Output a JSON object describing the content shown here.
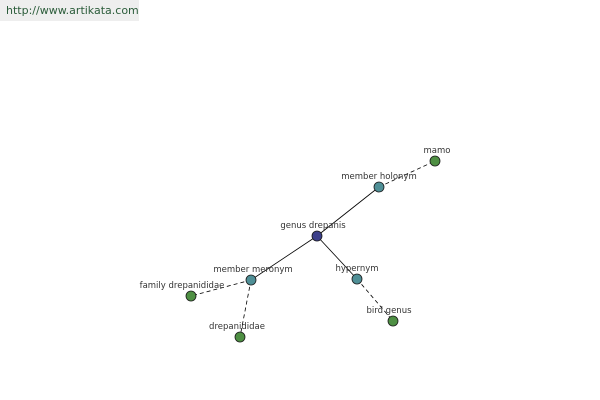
{
  "banner": {
    "url_text": "http://www.artikata.com"
  },
  "colors": {
    "center_node": "#3c3f8a",
    "relation_node": "#4f8f96",
    "word_node": "#4e8f43",
    "node_stroke": "#1a1a1a",
    "edge": "#000000",
    "label": "#333333"
  },
  "graph": {
    "center": {
      "label": "genus drepanis"
    },
    "relations": [
      {
        "id": "member-holonym",
        "label": "member holonym"
      },
      {
        "id": "member-meronym",
        "label": "member meronym"
      },
      {
        "id": "hypernym",
        "label": "hypernym"
      }
    ],
    "words": [
      {
        "id": "mamo",
        "label": "mamo",
        "relation": "member-holonym"
      },
      {
        "id": "family-drepanididae",
        "label": "family drepanididae",
        "relation": "member-meronym"
      },
      {
        "id": "drepanididae",
        "label": "drepanididae",
        "relation": "member-meronym"
      },
      {
        "id": "bird-genus",
        "label": "bird genus",
        "relation": "hypernym"
      }
    ]
  }
}
